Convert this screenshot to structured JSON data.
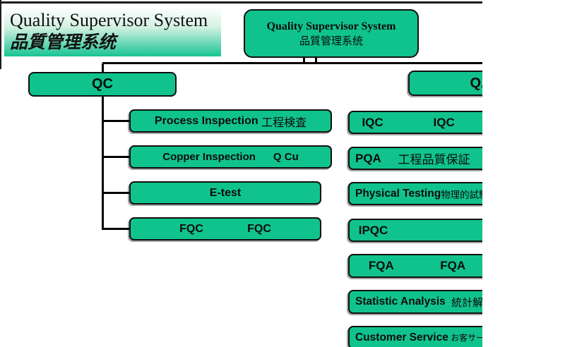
{
  "banner": {
    "title_en": "Quality Supervisor System",
    "title_cjk": "品質管理系统"
  },
  "root_box": {
    "title_en": "Quality Supervisor System",
    "title_cjk": "品質管理系统"
  },
  "qc_box": {
    "label": "QC"
  },
  "qa_box": {
    "label": "QA"
  },
  "left_children": [
    {
      "en": "Process Inspection",
      "cjk": " 工程検査"
    },
    {
      "en": "Copper Inspection      Q Cu",
      "cjk": ""
    },
    {
      "en": "E-test",
      "cjk": ""
    },
    {
      "en": "FQC              FQC",
      "cjk": ""
    }
  ],
  "right_children": [
    {
      "en": "  IQC               IQC",
      "cjk": ""
    },
    {
      "en": "PQA",
      "cjk": "     工程品質保証"
    },
    {
      "en": "Physical Testing",
      "cjk": "物理的試験"
    },
    {
      "en": " IPQC",
      "cjk": ""
    },
    {
      "en": "    FQA              FQA",
      "cjk": ""
    },
    {
      "en": "Statistic Analysis",
      "cjk": "  統計解析"
    },
    {
      "en": "Customer Service",
      "cjk": " お客サービス"
    }
  ],
  "colors": {
    "box_fill": "#10C38C",
    "box_border": "#101010",
    "connector": "#000000"
  }
}
